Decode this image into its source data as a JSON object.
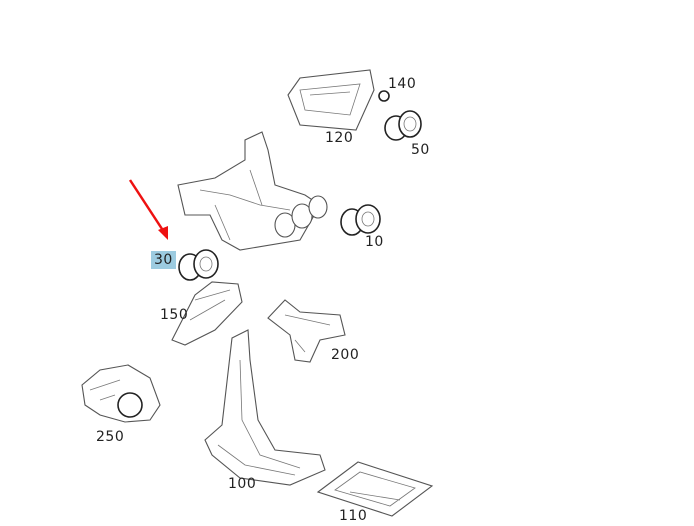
{
  "diagram": {
    "parts": [
      {
        "id": "140",
        "label": "140"
      },
      {
        "id": "120",
        "label": "120"
      },
      {
        "id": "50",
        "label": "50"
      },
      {
        "id": "10",
        "label": "10"
      },
      {
        "id": "30",
        "label": "30",
        "highlighted": true
      },
      {
        "id": "150",
        "label": "150"
      },
      {
        "id": "200",
        "label": "200"
      },
      {
        "id": "250",
        "label": "250"
      },
      {
        "id": "100",
        "label": "100"
      },
      {
        "id": "110",
        "label": "110"
      }
    ],
    "highlight_color": "#9ccbe0",
    "arrow_color": "#ee1111"
  }
}
